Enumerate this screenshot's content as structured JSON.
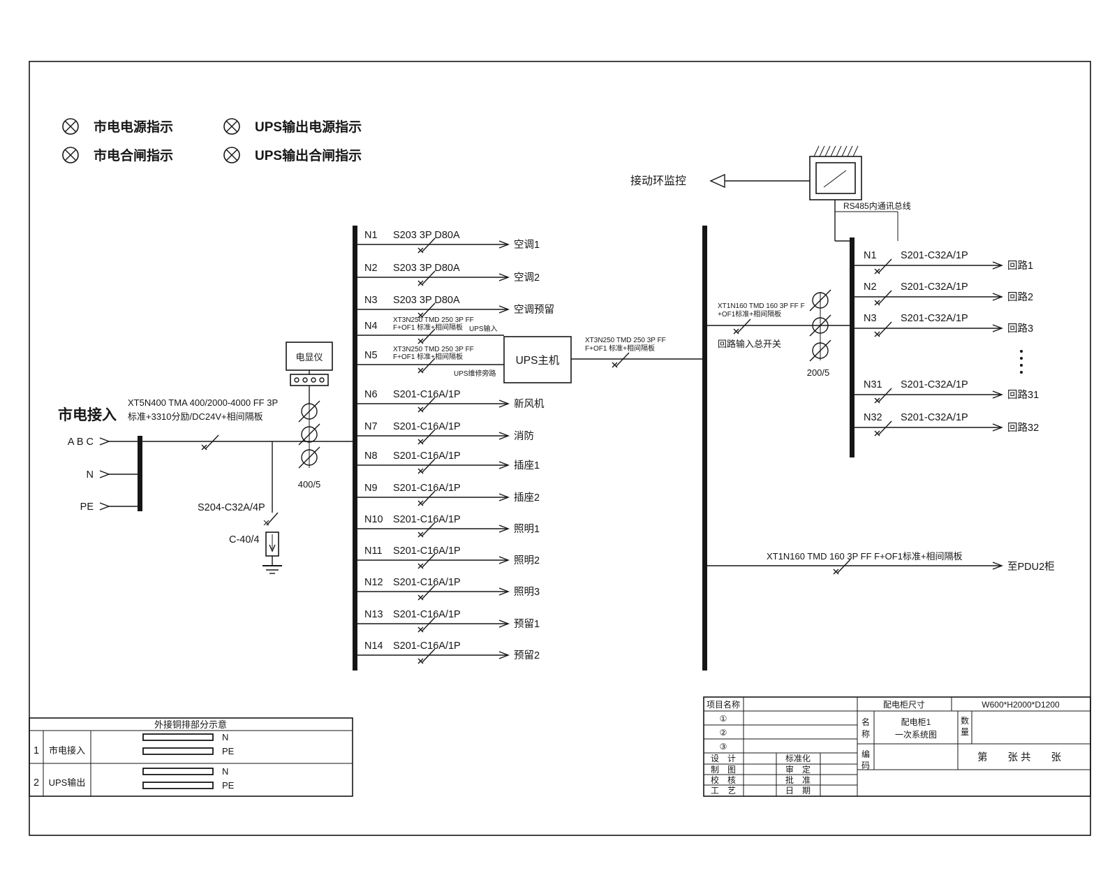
{
  "legend": {
    "items": [
      {
        "label": "市电电源指示"
      },
      {
        "label": "UPS输出电源指示"
      },
      {
        "label": "市电合闸指示"
      },
      {
        "label": "UPS输出合闸指示"
      }
    ]
  },
  "monitoring": {
    "label": "接动环监控",
    "rs485_label": "RS485内通讯总线"
  },
  "incoming": {
    "title": "市电接入",
    "spec1": "XT5N400 TMA 400/2000-4000 FF 3P",
    "spec2": "标准+3310分励/DC24V+相间隔板",
    "phase_abc": "A B C",
    "phase_n": "N",
    "phase_pe": "PE",
    "meter": "电显仪",
    "ct_ratio": "400/5",
    "spd_breaker": "S204-C32A/4P",
    "spd": "C-40/4"
  },
  "ups": {
    "label": "UPS主机",
    "output_spec1": "XT3N250 TMD 250 3P FF",
    "output_spec2": "F+OF1 标准+相间隔板"
  },
  "bus1_feeders": [
    {
      "id": "N1",
      "spec": "S203 3P D80A",
      "load": "空调1"
    },
    {
      "id": "N2",
      "spec": "S203 3P D80A",
      "load": "空调2"
    },
    {
      "id": "N3",
      "spec": "S203 3P D80A",
      "load": "空调预留"
    },
    {
      "id": "N4",
      "spec1": "XT3N250 TMD 250 3P FF",
      "spec2": "F+OF1 标准+相间隔板",
      "tag": "UPS输入"
    },
    {
      "id": "N5",
      "spec1": "XT3N250 TMD 250 3P FF",
      "spec2": "F+OF1 标准+相间隔板",
      "tag": "UPS维修旁路"
    },
    {
      "id": "N6",
      "spec": "S201-C16A/1P",
      "load": "新风机"
    },
    {
      "id": "N7",
      "spec": "S201-C16A/1P",
      "load": "消防"
    },
    {
      "id": "N8",
      "spec": "S201-C16A/1P",
      "load": "插座1"
    },
    {
      "id": "N9",
      "spec": "S201-C16A/1P",
      "load": "插座2"
    },
    {
      "id": "N10",
      "spec": "S201-C16A/1P",
      "load": "照明1"
    },
    {
      "id": "N11",
      "spec": "S201-C16A/1P",
      "load": "照明2"
    },
    {
      "id": "N12",
      "spec": "S201-C16A/1P",
      "load": "照明3"
    },
    {
      "id": "N13",
      "spec": "S201-C16A/1P",
      "load": "预留1"
    },
    {
      "id": "N14",
      "spec": "S201-C16A/1P",
      "load": "预留2"
    }
  ],
  "right_main": {
    "spec1": "XT1N160 TMD 160 3P FF F",
    "spec2": "+OF1标准+相间隔板",
    "switch_label": "回路输入总开关",
    "ct_ratio": "200/5"
  },
  "right_feeders": [
    {
      "id": "N1",
      "spec": "S201-C32A/1P",
      "load": "回路1"
    },
    {
      "id": "N2",
      "spec": "S201-C32A/1P",
      "load": "回路2"
    },
    {
      "id": "N3",
      "spec": "S201-C32A/1P",
      "load": "回路3"
    },
    {
      "id": "N31",
      "spec": "S201-C32A/1P",
      "load": "回路31"
    },
    {
      "id": "N32",
      "spec": "S201-C32A/1P",
      "load": "回路32"
    }
  ],
  "pdu2": {
    "spec": "XT1N160 TMD 160 3P FF F+OF1标准+相间隔板",
    "load": "至PDU2柜"
  },
  "busbar_table": {
    "title": "外接铜排部分示意",
    "rows": [
      {
        "index": "1",
        "label": "市电接入",
        "bars": [
          "N",
          "PE"
        ]
      },
      {
        "index": "2",
        "label": "UPS输出",
        "bars": [
          "N",
          "PE"
        ]
      }
    ]
  },
  "title_block": {
    "project_label": "项目名称",
    "row1": "①",
    "row2": "②",
    "row3": "③",
    "size_label": "配电柜尺寸",
    "size_value": "W600*H2000*D1200",
    "name_label": [
      "名",
      "称"
    ],
    "name_value": [
      "配电柜1",
      "一次系统图"
    ],
    "qty_label": [
      "数",
      "量"
    ],
    "code_label": [
      "编",
      "码"
    ],
    "sheet_text": "第　　张 共　　张",
    "grid": [
      {
        "l1": "设　计",
        "l2": "标准化"
      },
      {
        "l1": "制　图",
        "l2": "审　定"
      },
      {
        "l1": "校　核",
        "l2": "批　准"
      },
      {
        "l1": "工　艺",
        "l2": "日　期"
      }
    ]
  }
}
